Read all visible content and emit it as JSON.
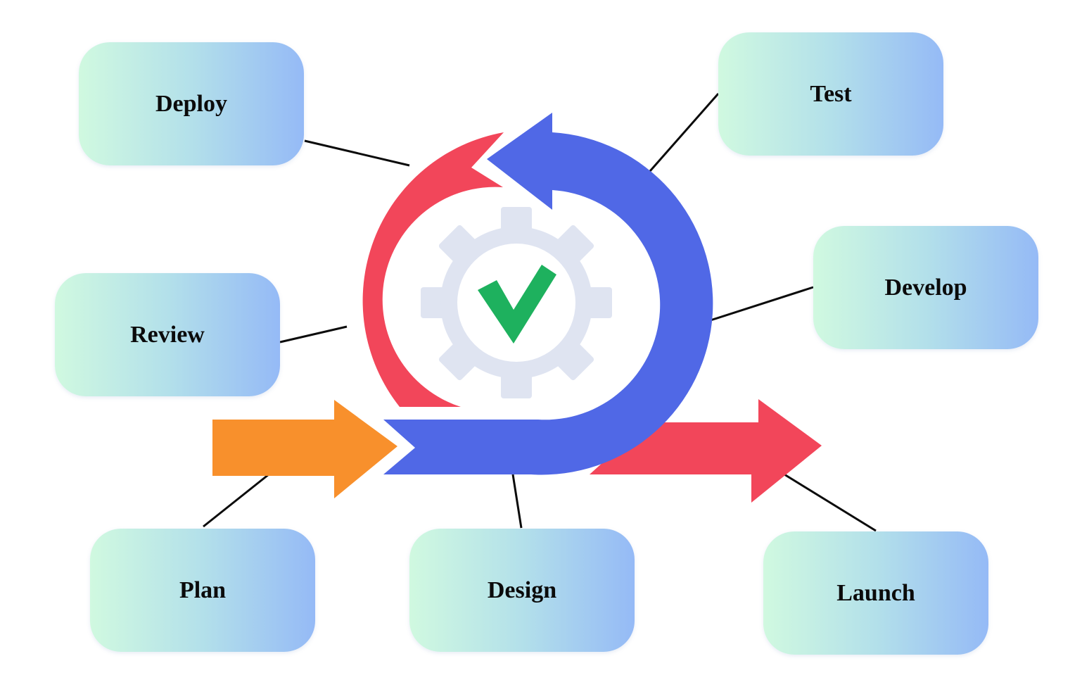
{
  "stages": {
    "deploy": "Deploy",
    "test": "Test",
    "review": "Review",
    "develop": "Develop",
    "plan": "Plan",
    "design": "Design",
    "launch": "Launch"
  },
  "colors": {
    "red_arrow": "#f2465a",
    "blue_arrow": "#5068e6",
    "orange_arrow": "#f8902c",
    "gear": "#dfe4f1",
    "check": "#1eb15e",
    "connector": "#0b0b0b",
    "box_gradient_start": "#d0f9e0",
    "box_gradient_end": "#95baf6"
  },
  "icons": {
    "center_gear": "gear-icon",
    "center_check": "checkmark-icon"
  }
}
